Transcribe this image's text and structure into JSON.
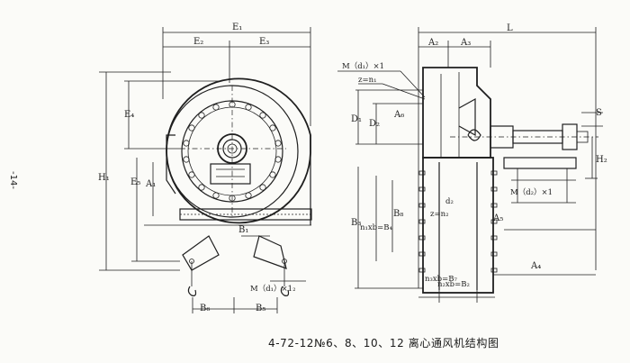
{
  "caption": "4-72-12№6、8、10、12 离心通风机结构图",
  "page_number": "-14-",
  "labels": {
    "E1": "E₁",
    "E2": "E₂",
    "E3": "E₃",
    "E4": "E₄",
    "E5": "E₅",
    "H1": "H₁",
    "A1": "A₁",
    "A2": "A₂",
    "A3": "A₃",
    "A4": "A₄",
    "A5": "A₅",
    "A6": "A₆",
    "B1": "B₁",
    "B3": "B₃",
    "B5": "B₅",
    "B6": "B₆",
    "B8": "B₈",
    "D1": "D₁",
    "D2": "D₂",
    "L": "L",
    "S": "S",
    "H2": "H₂",
    "M_left": "M（d₁）×1₂",
    "M_right_top": "M（d₁）×1",
    "M_right_mid": "M（d₂）×1",
    "z_n1": "z=n₁",
    "z_n2": "z=n₂",
    "d2": "d₂",
    "n1xb_B4": "n₁xb=B₄",
    "n2xb_B2": "n₂xb=B₂",
    "n3xb_B7": "n₃xb=B₇"
  }
}
